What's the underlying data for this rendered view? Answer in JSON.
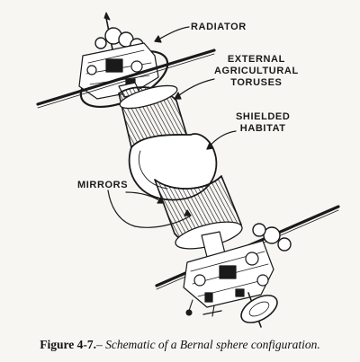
{
  "labels": {
    "radiator": "RADIATOR",
    "external_1": "EXTERNAL",
    "external_2": "AGRICULTURAL",
    "external_3": "TORUSES",
    "shielded_1": "SHIELDED",
    "shielded_2": "HABITAT",
    "mirrors": "MIRRORS"
  },
  "caption": {
    "figure": "Figure 4-7.",
    "text": "– Schematic of a Bernal sphere configuration."
  },
  "colors": {
    "ink": "#1a1a1a",
    "paper": "#f7f6f3"
  }
}
